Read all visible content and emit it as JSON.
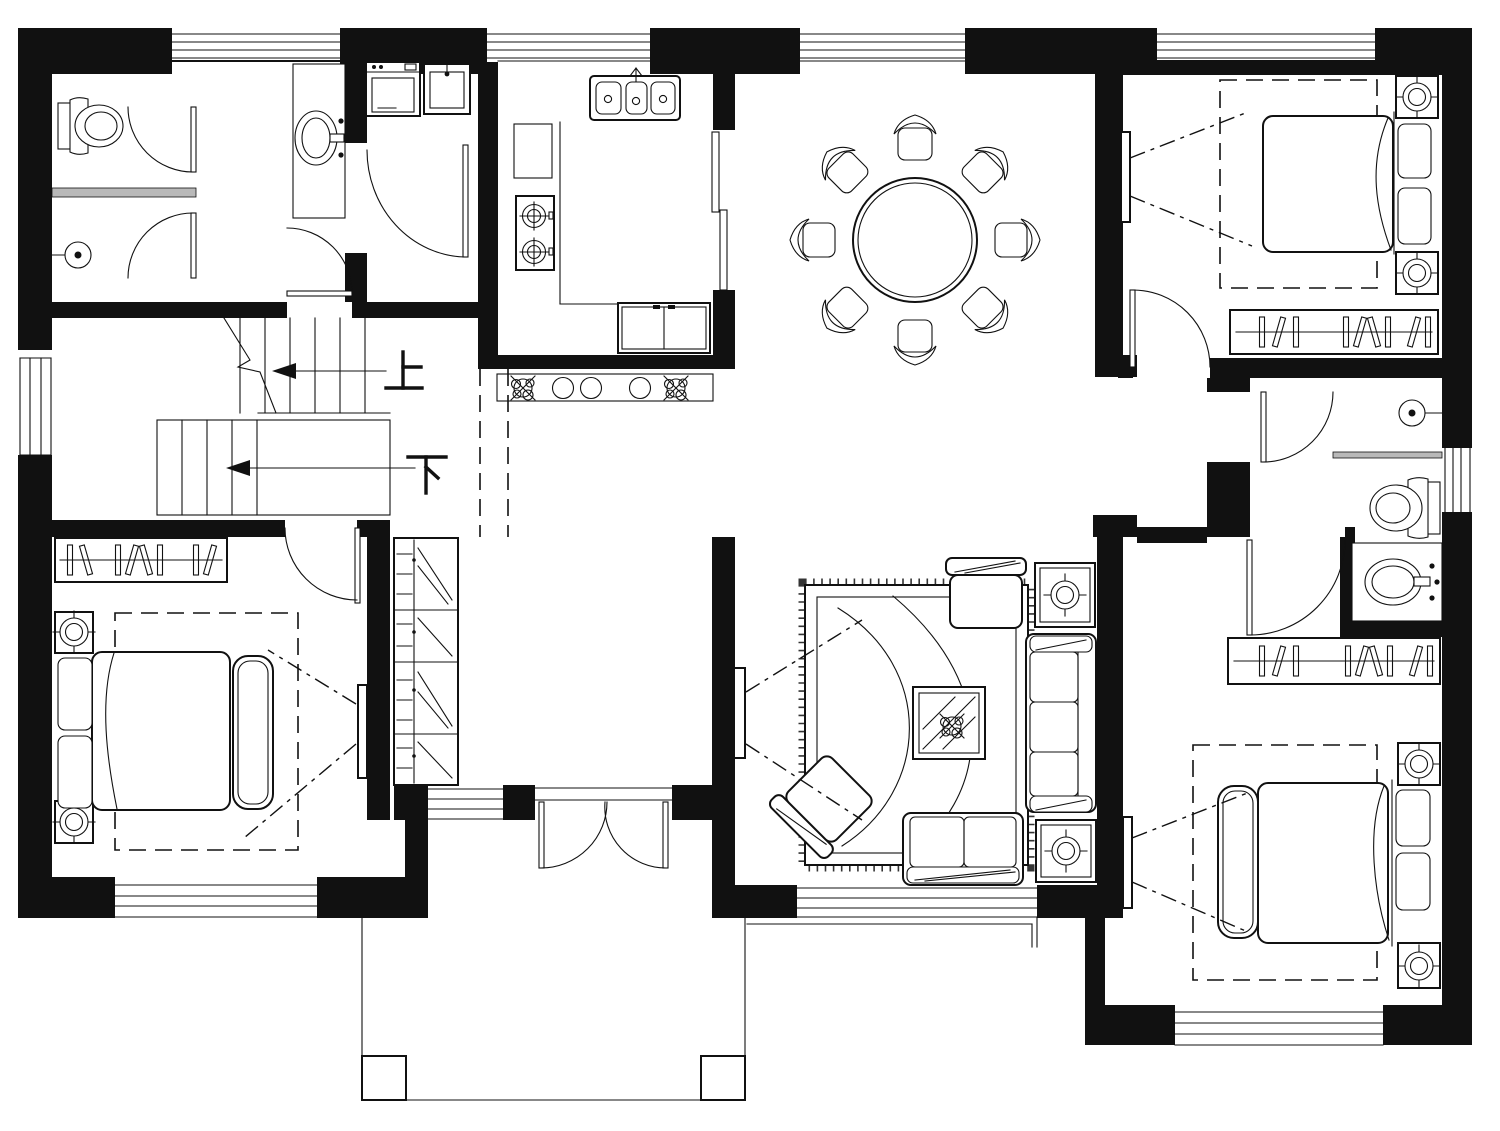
{
  "drawing": {
    "kind": "residential-floor-plan",
    "style": "black-and-white CAD line drawing",
    "background": "#ffffff",
    "line_color": "#111111",
    "muted_color": "#9a9a9a"
  },
  "stairs": {
    "up_label": "上",
    "down_label": "下"
  },
  "inventory": {
    "bedrooms": 3,
    "bathrooms": 2,
    "kitchens": 1,
    "dining_seats": 8,
    "beds": 3,
    "wardrobes": 3,
    "hall_closet_sections": 4,
    "toilets": 2,
    "showers": 2,
    "vanity_sinks": 2,
    "laundry_sink": 1,
    "kitchen_sink_basins": 3,
    "stove_burners": 2,
    "washing_machines": 1,
    "sofas": 2,
    "armchairs": 2,
    "side_tables": 2,
    "coffee_tables": 1,
    "tv_sets": 3,
    "nightstand_lamps": 6,
    "double_entry_doors": 1,
    "porch_columns": 2
  }
}
